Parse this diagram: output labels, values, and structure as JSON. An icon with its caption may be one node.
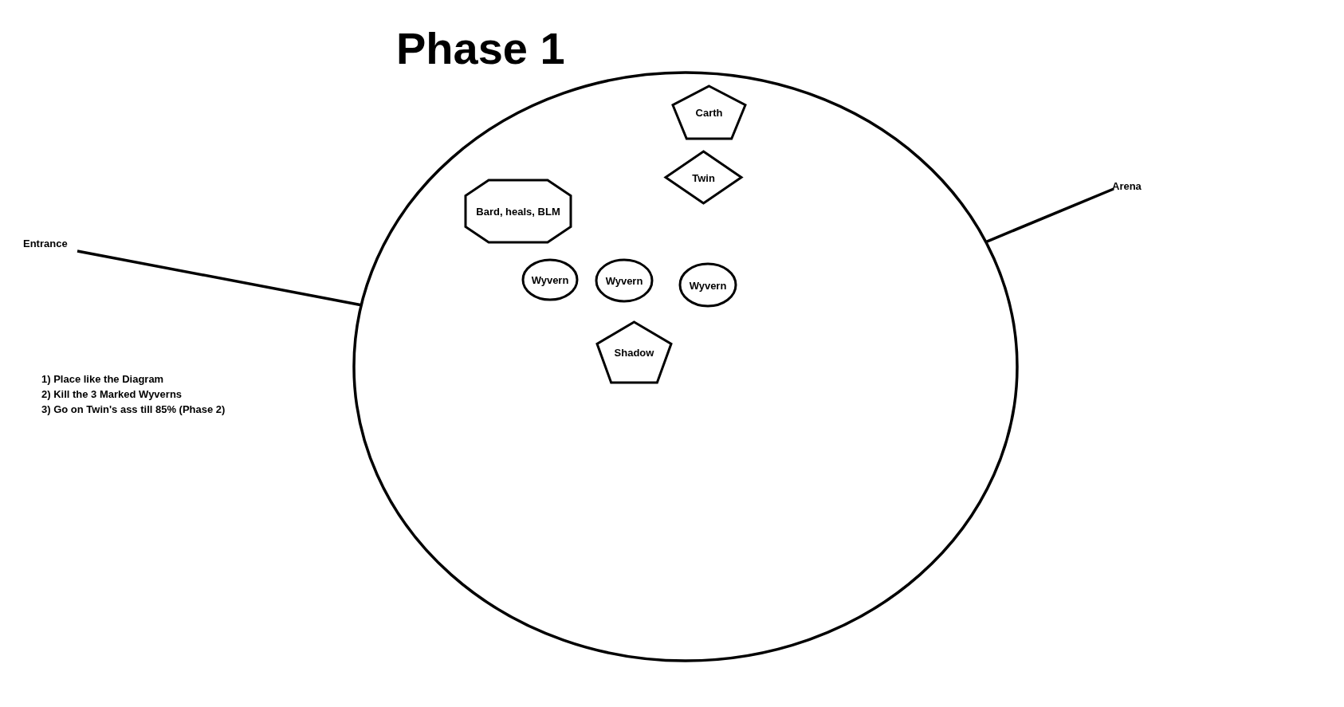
{
  "diagram": {
    "title": "Phase 1",
    "nodes": [
      {
        "text": [],
        "shape": "circle"
      },
      {
        "text": [
          "Carth"
        ],
        "in": 0
      },
      {
        "text": [
          "Twin"
        ],
        "in": 0
      },
      {
        "text": [
          "Bard, heals, BLM"
        ],
        "in": 0
      },
      {
        "text": [
          "Wyvern"
        ],
        "in": 0
      },
      {
        "text": [
          "Wyvern"
        ],
        "in": 0
      },
      {
        "text": [
          "Wyvern"
        ],
        "in": 0
      },
      {
        "text": [
          "Shadow"
        ],
        "in": 0
      },
      {
        "text": [
          "Entrance"
        ]
      },
      {
        "text": [
          "Arena"
        ]
      }
    ],
    "edges": [
      {
        "from": 8,
        "to": 0,
        "arrow": "none"
      },
      {
        "from": 9,
        "to": 0,
        "arrow": "none"
      }
    ],
    "labels": [
      "1) Place like the Diagram",
      "2) Kill the 3 Marked Wyverns",
      "3) Go on Twin's ass till 85% (Phase 2)"
    ]
  }
}
